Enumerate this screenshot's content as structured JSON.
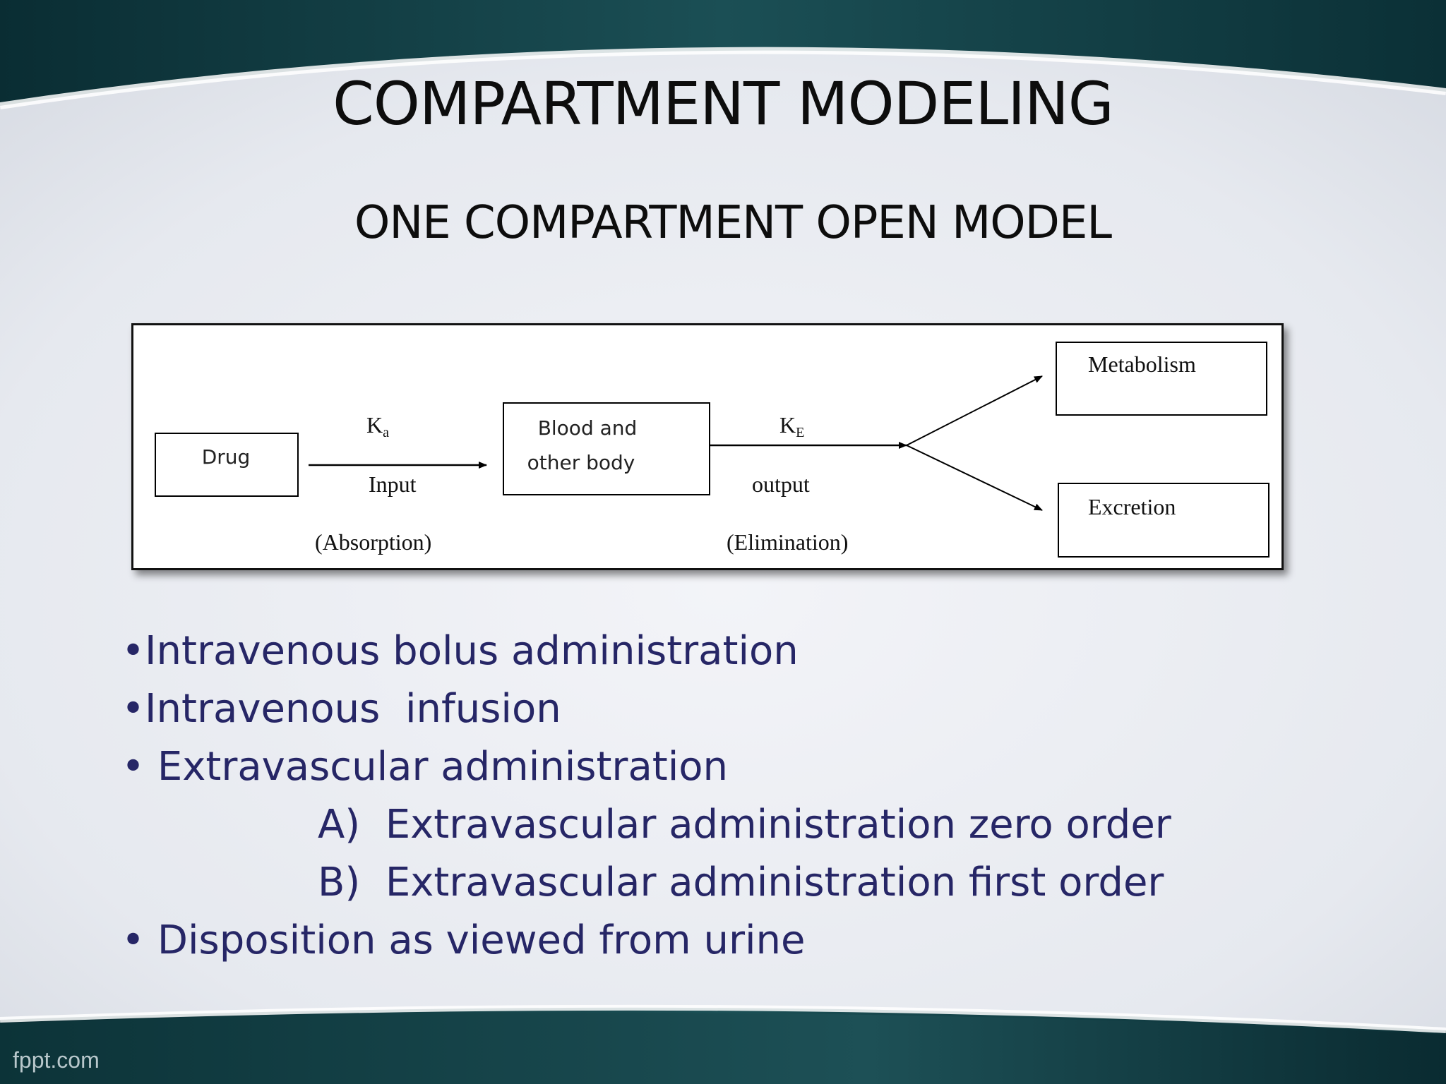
{
  "slide": {
    "title": "COMPARTMENT MODELING",
    "subtitle": "ONE COMPARTMENT OPEN MODEL",
    "footer_brand": "fppt.com"
  },
  "diagram": {
    "drug": "Drug",
    "blood_line1": "Blood and",
    "blood_line2": "other body",
    "ka_symbol": "K",
    "ka_sub": "a",
    "input": "Input",
    "absorption": "(Absorption)",
    "ke_symbol": "K",
    "ke_sub": "E",
    "output": "output",
    "elimination": "(Elimination)",
    "metabolism": "Metabolism",
    "excretion": "Excretion"
  },
  "bullets": [
    {
      "marker": "•",
      "text": "Intravenous bolus administration",
      "sub": false
    },
    {
      "marker": "•",
      "text": "Intravenous  infusion",
      "sub": false
    },
    {
      "marker": "• ",
      "text": "Extravascular administration",
      "sub": false
    },
    {
      "marker": "A)  ",
      "text": "Extravascular administration zero order",
      "sub": true
    },
    {
      "marker": "B)  ",
      "text": "Extravascular administration first order",
      "sub": true
    },
    {
      "marker": "• ",
      "text": "Disposition as viewed from urine",
      "sub": false
    }
  ],
  "colors": {
    "bullet_text": "#262666",
    "title_text": "#0d0d0d",
    "band_dark": "#0e3a3f",
    "slide_light": "#eceef2"
  }
}
